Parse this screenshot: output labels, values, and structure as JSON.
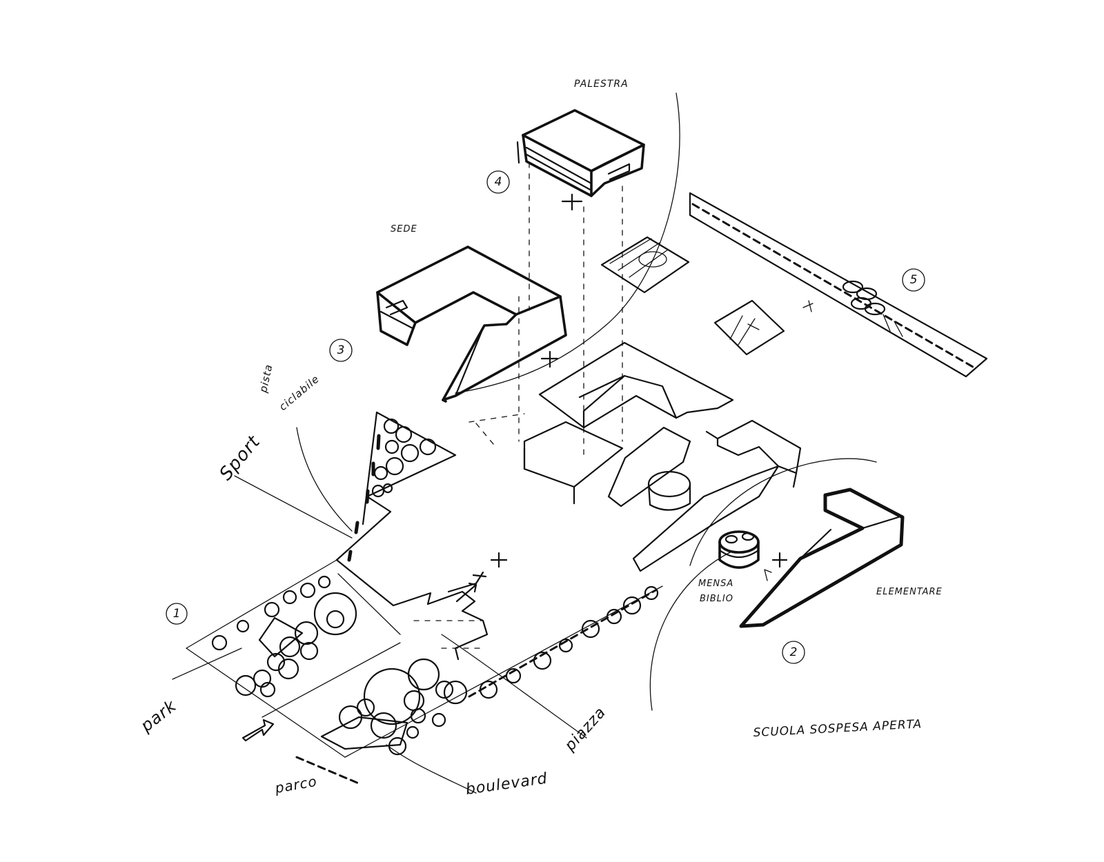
{
  "labels": {
    "palestra": "PALESTRA",
    "sede": "SEDE",
    "pista_line1": "pista",
    "pista_line2": "ciclabile",
    "sport": "Sport",
    "park": "park",
    "piazza": "piazza",
    "boulevard": "boulevard",
    "parco": "parco",
    "mensa_line1": "MENSA",
    "mensa_line2": "BIBLIO",
    "elementare": "ELEMENTARE",
    "caption": "SCUOLA SOSPESA APERTA"
  },
  "numbers": [
    "1",
    "2",
    "3",
    "4",
    "5"
  ]
}
